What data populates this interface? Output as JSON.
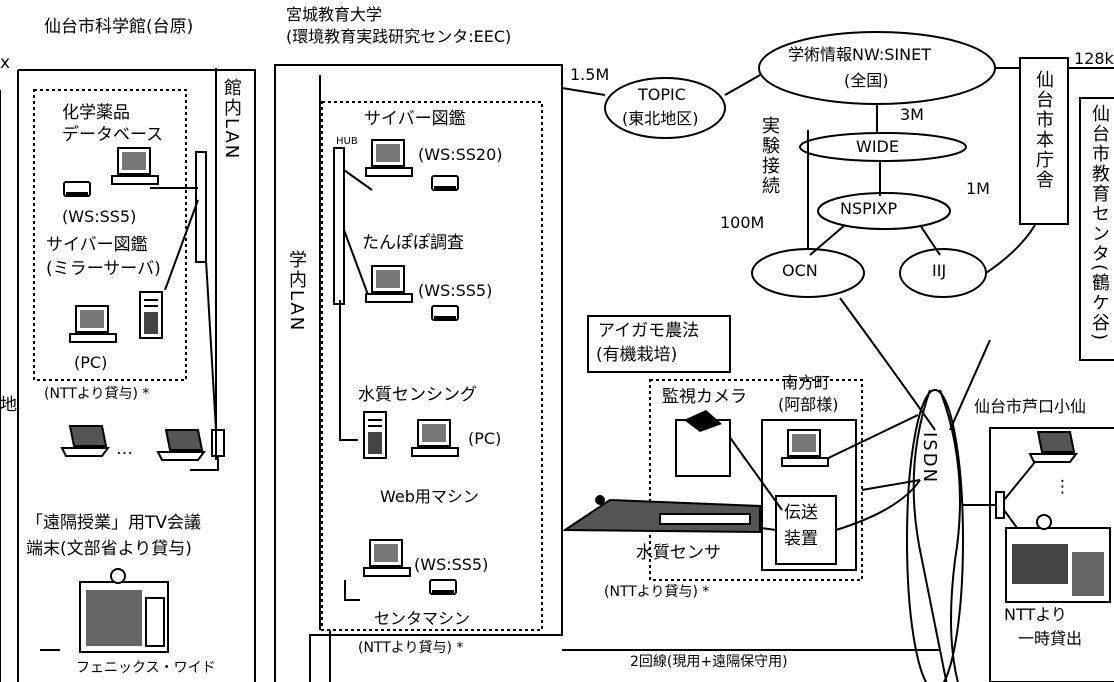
{
  "left": {
    "title": "仙台市科学館(台原)",
    "lan": "館内LAN",
    "db_line1": "化学薬品",
    "db_line2": "データベース",
    "db_ws": "(WS:SS5)",
    "mirror_line1": "サイバー図鑑",
    "mirror_line2": "(ミラーサーバ)",
    "pc": "(PC)",
    "ntt": "(NTTより貸与) *",
    "dots": "…",
    "tv_line1": "「遠隔授業」用TV会議",
    "tv_line2": "端末(文部省より貸与)",
    "phoenix": "フェニックス・ワイド",
    "edge_a": "x",
    "edge_b": "地"
  },
  "univ": {
    "title": "宮城教育大学",
    "subtitle": "(環境教育実践研究センタ:EEC)",
    "lan": "学内LAN",
    "hub": "HUB",
    "cyber": "サイバー図鑑",
    "cyber_ws": "(WS:SS20)",
    "tanpopo": "たんぽぽ調査",
    "tanpopo_ws": "(WS:SS5)",
    "water": "水質センシング",
    "water_pc": "(PC)",
    "web": "Web用マシン",
    "center_ws": "(WS:SS5)",
    "center": "センタマシン",
    "ntt": "(NTTより貸与) *"
  },
  "network": {
    "topic_line1": "TOPIC",
    "topic_line2": "(東北地区)",
    "sinet_line1": "学術情報NW:SINET",
    "sinet_line2": "(全国)",
    "wide": "WIDE",
    "nspixp": "NSPIXP",
    "ocn": "OCN",
    "iij": "IIJ",
    "bw_15m": "1.5M",
    "bw_3m": "3M",
    "bw_1m": "1M",
    "bw_100m": "100M",
    "bw_128": "128k",
    "experiment": "実験接続",
    "isdn": "ISDN",
    "city_hall": "仙台市本庁舎",
    "edu_center": "仙台市教育センタ(鶴ケ谷)"
  },
  "field": {
    "aigamo_line1": "アイガモ農法",
    "aigamo_line2": "(有機栽培)",
    "minamikata_line1": "南方町",
    "minamikata_line2": "(阿部様)",
    "camera": "監視カメラ",
    "transmitter_line1": "伝送",
    "transmitter_line2": "装置",
    "sensor": "水質センサ",
    "ntt": "(NTTより貸与) *",
    "two_lines": "2回線(現用+遠隔保守用)"
  },
  "school": {
    "title": "仙台市芦口小仙",
    "dots": "⋮",
    "ntt_line1": "NTTより",
    "ntt_line2": "一時貸出"
  }
}
